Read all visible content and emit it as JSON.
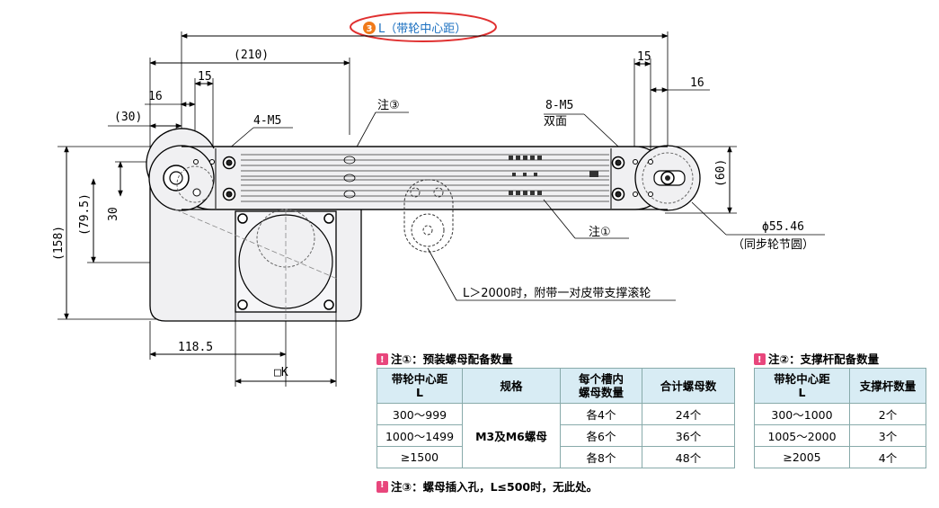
{
  "header_label": {
    "number": "3",
    "text": "L（带轮中心距）"
  },
  "dims": {
    "d210": "(210)",
    "d15a": "15",
    "d16a": "16",
    "d30a": "(30)",
    "d15b": "15",
    "d16b": "16",
    "d60": "(60)",
    "d158": "(158)",
    "d795": "(79.5)",
    "d30": "30",
    "d1185": "118.5",
    "dk": "□K"
  },
  "callouts": {
    "m5_4": "4-M5",
    "m5_8": "8-M5",
    "both_sides": "双面",
    "note3": "注③",
    "note1": "注①",
    "pitch_dia": "ϕ55.46",
    "pitch_circle": "（同步轮节圆）",
    "roller_note": "L＞2000时，附带一对皮带支撑滚轮"
  },
  "table1": {
    "title": "注①：预装螺母配备数量",
    "headers": [
      "带轮中心距\nL",
      "规格",
      "每个槽内\n螺母数量",
      "合计螺母数"
    ],
    "spec": "M3及M6螺母",
    "rows": [
      {
        "range": "300～999",
        "per_slot": "各4个",
        "total": "24个"
      },
      {
        "range": "1000～1499",
        "per_slot": "各6个",
        "total": "36个"
      },
      {
        "range": "≥1500",
        "per_slot": "各8个",
        "total": "48个"
      }
    ]
  },
  "table2": {
    "title": "注②：支撑杆配备数量",
    "headers": [
      "带轮中心距\nL",
      "支撑杆数量"
    ],
    "rows": [
      {
        "range": "300～1000",
        "count": "2个"
      },
      {
        "range": "1005～2000",
        "count": "3个"
      },
      {
        "range": "≥2005",
        "count": "4个"
      }
    ]
  },
  "note3_text": "注③：螺母插入孔，L≤500时，无此处。",
  "colors": {
    "accent_red": "#e03030",
    "dim_blue": "#1a1aa0",
    "table_head": "#d8ecf4",
    "mark": "#e8467c"
  }
}
